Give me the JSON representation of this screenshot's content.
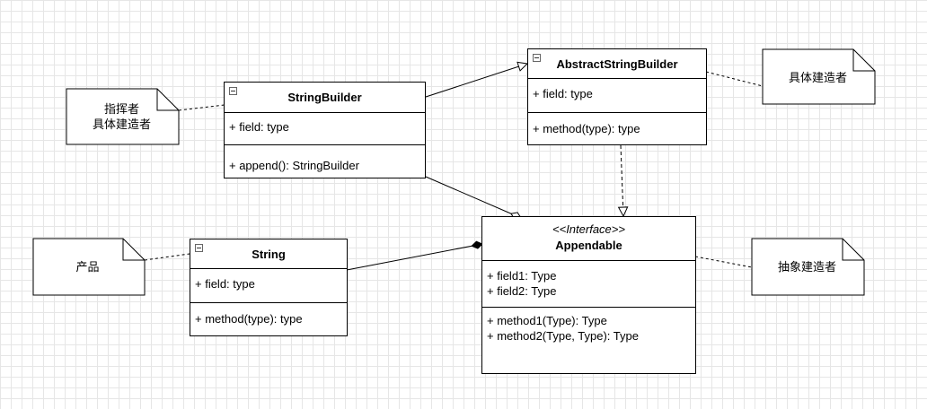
{
  "classes": {
    "abstract_string_builder": {
      "name": "AbstractStringBuilder",
      "fields": [
        "+ field: type"
      ],
      "methods": [
        "+ method(type): type"
      ]
    },
    "string_builder": {
      "name": "StringBuilder",
      "fields": [
        "+ field: type"
      ],
      "methods": [
        "+ append(): StringBuilder"
      ]
    },
    "string": {
      "name": "String",
      "fields": [
        "+ field: type"
      ],
      "methods": [
        "+ method(type): type"
      ]
    },
    "appendable": {
      "stereotype": "<<Interface>>",
      "name": "Appendable",
      "fields": [
        "+ field1: Type",
        "+ field2: Type"
      ],
      "methods": [
        "+ method1(Type): Type",
        "+ method2(Type, Type): Type"
      ]
    }
  },
  "notes": {
    "director": [
      "指挥者",
      "具体建造者"
    ],
    "concrete_builder": [
      "具体建造者"
    ],
    "product": [
      "产品"
    ],
    "abstract_builder": [
      "抽象建造者"
    ]
  }
}
